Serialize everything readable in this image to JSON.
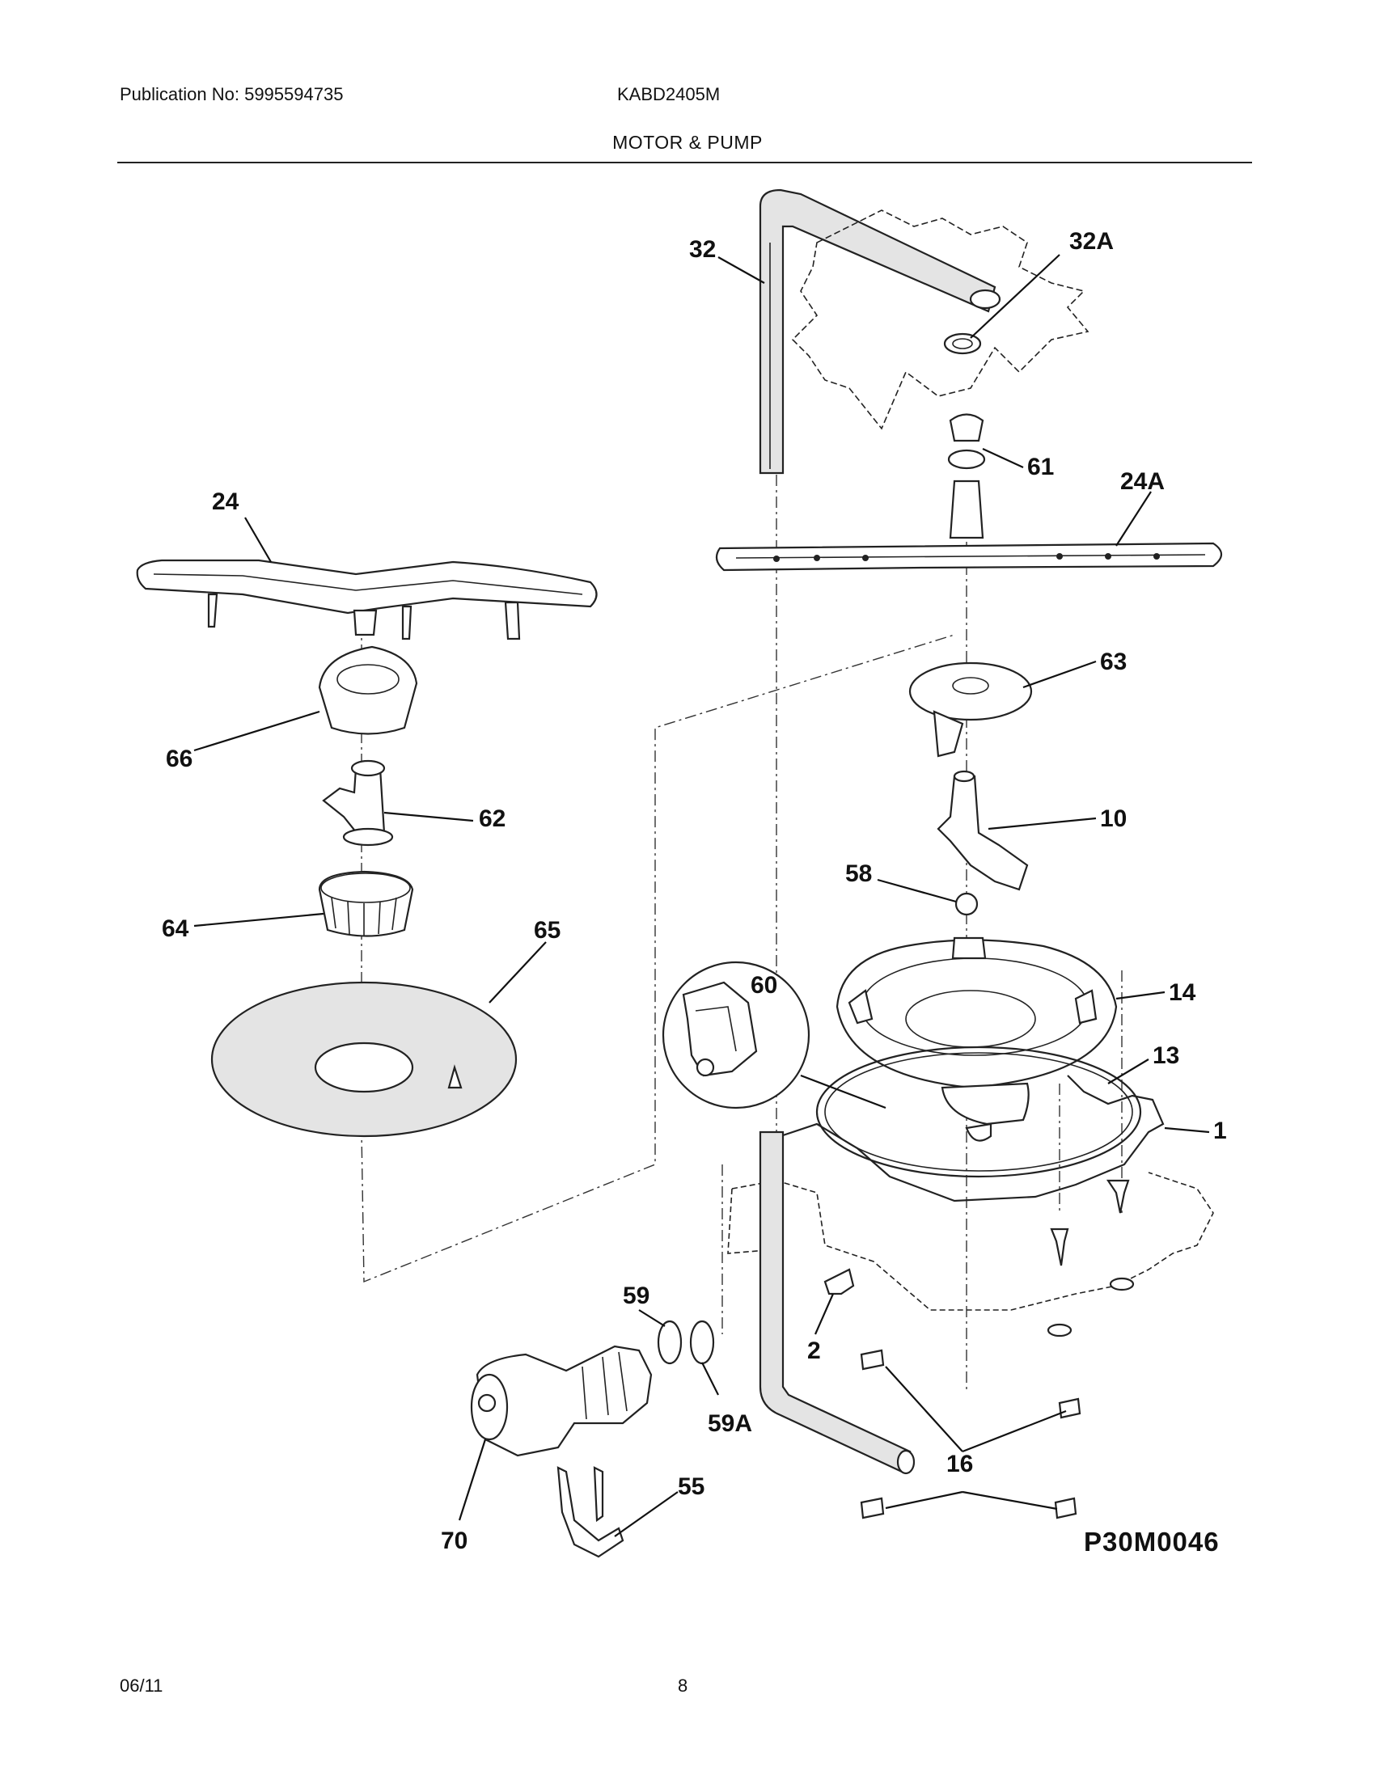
{
  "header": {
    "publication": "Publication No: 5995594735",
    "model": "KABD2405M",
    "section_title": "MOTOR & PUMP"
  },
  "diagram": {
    "drawing_code": "P30M0046",
    "callouts": [
      "32",
      "32A",
      "61",
      "24A",
      "24",
      "63",
      "66",
      "62",
      "10",
      "58",
      "64",
      "65",
      "14",
      "60",
      "13",
      "1",
      "59",
      "2",
      "59A",
      "16",
      "55",
      "70"
    ]
  },
  "footer": {
    "date": "06/11",
    "page": "8"
  }
}
